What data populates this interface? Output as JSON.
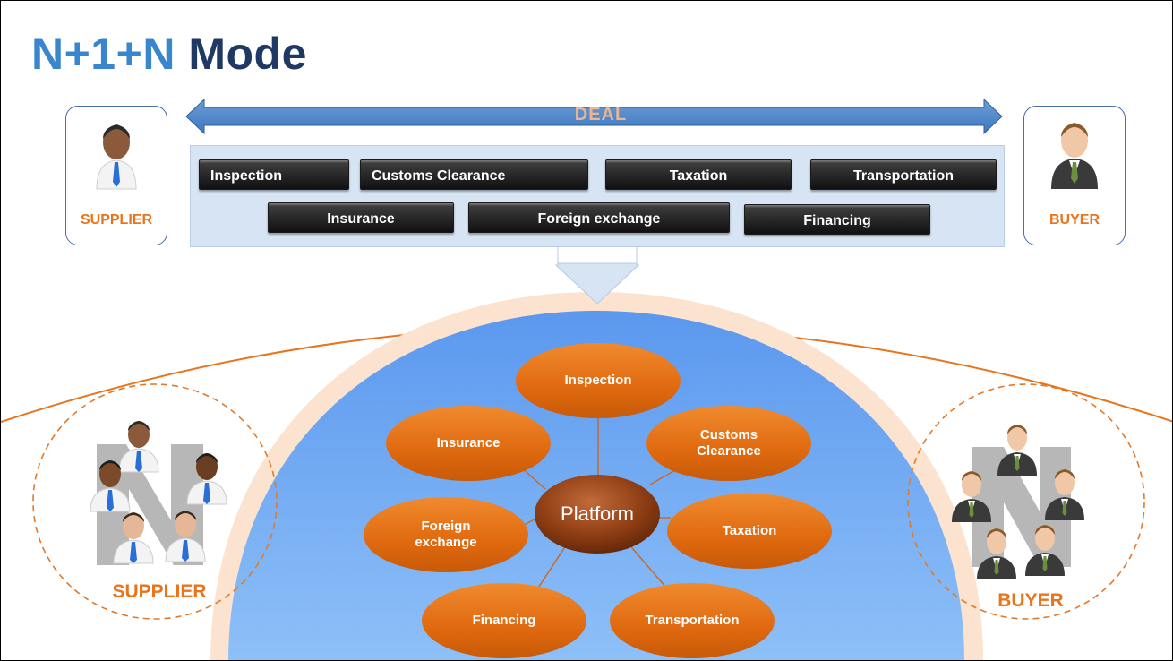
{
  "title": {
    "part1": "N+1+N",
    "part2": "Mode"
  },
  "top": {
    "deal_label": "DEAL",
    "supplier_label": "SUPPLIER",
    "buyer_label": "BUYER",
    "services_row1": [
      "Inspection",
      "Customs Clearance",
      "Taxation",
      "Transportation"
    ],
    "services_row2": [
      "Insurance",
      "Foreign exchange",
      "Financing"
    ]
  },
  "platform": {
    "hub_label": "Platform",
    "nodes": [
      {
        "id": "inspection",
        "label": "Inspection"
      },
      {
        "id": "customs",
        "label": "Customs Clearance"
      },
      {
        "id": "taxation",
        "label": "Taxation"
      },
      {
        "id": "transportation",
        "label": "Transportation"
      },
      {
        "id": "financing",
        "label": "Financing"
      },
      {
        "id": "foreign-exchange",
        "label": "Foreign exchange"
      },
      {
        "id": "insurance",
        "label": "Insurance"
      }
    ]
  },
  "groups": {
    "supplier_label": "SUPPLIER",
    "buyer_label": "BUYER",
    "letter": "N"
  },
  "colors": {
    "title_accent": "#3a86cc",
    "title_dark": "#1f3864",
    "orange": "#e8741c",
    "arrow_blue": "#4a86c8",
    "dome_blue": "#5e9cf0"
  }
}
